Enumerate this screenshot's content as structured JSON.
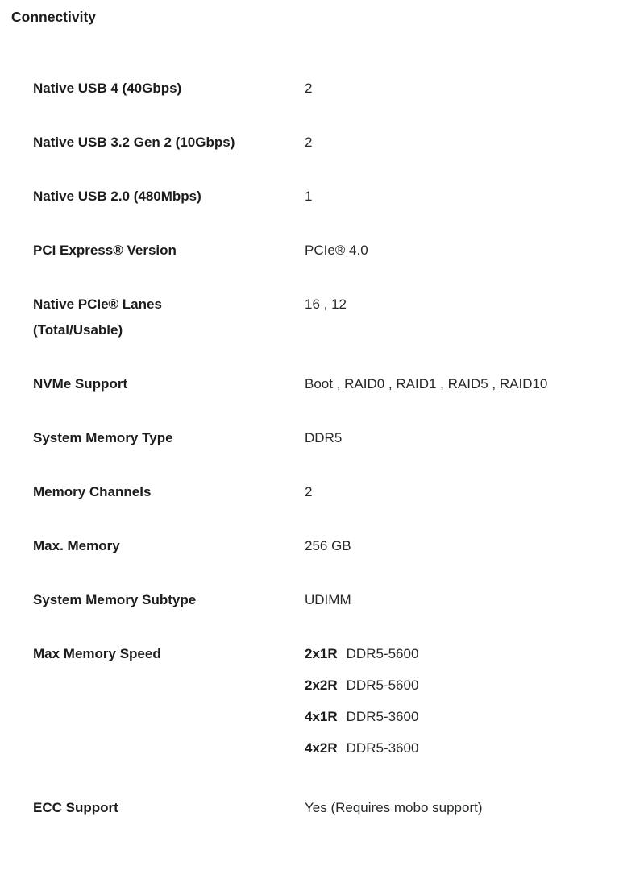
{
  "spec_table": {
    "section_title": "Connectivity",
    "colors": {
      "background": "#ffffff",
      "label_text": "#1c1c1e",
      "value_text": "#26282a"
    },
    "rows": [
      {
        "label": "Native USB 4 (40Gbps)",
        "value": "2"
      },
      {
        "label": "Native USB 3.2 Gen 2 (10Gbps)",
        "value": "2"
      },
      {
        "label": "Native USB 2.0 (480Mbps)",
        "value": "1"
      },
      {
        "label": "PCI Express® Version",
        "value": "PCIe® 4.0"
      },
      {
        "label": "Native PCIe® Lanes (Total/Usable)",
        "value": "16 , 12"
      },
      {
        "label": "NVMe Support",
        "value": "Boot , RAID0 , RAID1 , RAID5 , RAID10"
      },
      {
        "label": "System Memory Type",
        "value": "DDR5"
      },
      {
        "label": "Memory Channels",
        "value": "2"
      },
      {
        "label": "Max. Memory",
        "value": "256 GB"
      },
      {
        "label": "System Memory Subtype",
        "value": "UDIMM"
      },
      {
        "label": "Max Memory Speed",
        "value_list": [
          {
            "config": "2x1R",
            "speed": "DDR5-5600"
          },
          {
            "config": "2x2R",
            "speed": "DDR5-5600"
          },
          {
            "config": "4x1R",
            "speed": "DDR5-3600"
          },
          {
            "config": "4x2R",
            "speed": "DDR5-3600"
          }
        ]
      },
      {
        "label": "ECC Support",
        "value": "Yes (Requires mobo support)"
      }
    ]
  }
}
